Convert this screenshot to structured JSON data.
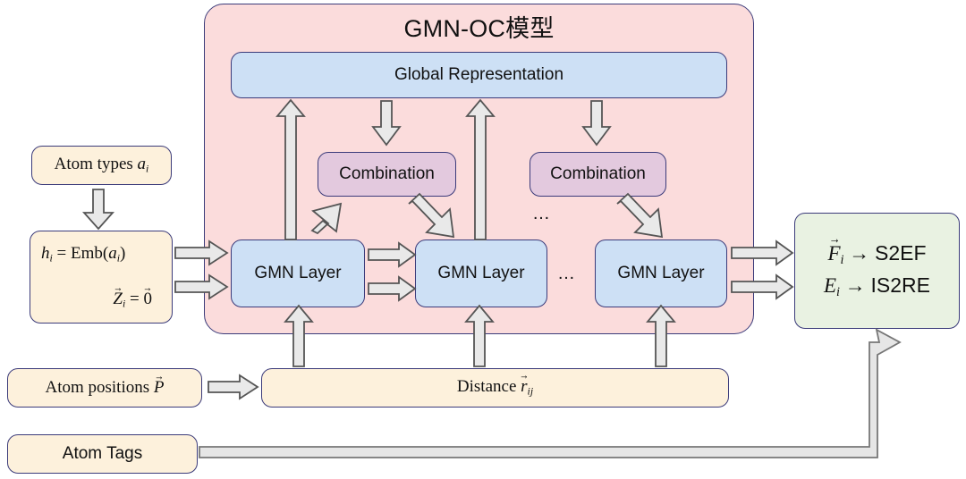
{
  "diagram": {
    "title": "GMN-OC模型",
    "container_name": "GMN-OC model container",
    "colors": {
      "container_fill": "#fbdcdc",
      "border": "#3b3b7a",
      "gmn_layer_fill": "#cde0f5",
      "combination_fill": "#e3c9de",
      "input_fill": "#fdf1dc",
      "output_fill": "#e9f2e2",
      "arrow_fill": "#e9e9e9",
      "arrow_stroke": "#555555"
    },
    "global_representation": {
      "label": "Global Representation"
    },
    "combination_blocks": [
      {
        "label": "Combination"
      },
      {
        "label": "Combination"
      }
    ],
    "gmn_layers": [
      {
        "label": "GMN Layer"
      },
      {
        "label": "GMN Layer"
      },
      {
        "label": "GMN Layer"
      }
    ],
    "ellipses": [
      {
        "label": "…",
        "where": "between-combination-blocks"
      },
      {
        "label": "…",
        "where": "between-gmn-layers"
      }
    ],
    "inputs": {
      "atom_types": {
        "text": "Atom types",
        "symbol": "a",
        "symbol_sub": "i"
      },
      "embedding": {
        "line1": {
          "lhs": "h",
          "lhs_sub": "i",
          "eq": "=",
          "rhs_fn": "Emb",
          "rhs_arg": "a",
          "rhs_arg_sub": "i"
        },
        "line2": {
          "lhs": "Z",
          "lhs_sub": "i",
          "eq": "=",
          "rhs": "0"
        }
      },
      "atom_positions": {
        "text": "Atom positions",
        "symbol": "P"
      },
      "distance": {
        "text": "Distance",
        "symbol": "r",
        "symbol_sub": "ij"
      },
      "atom_tags": {
        "text": "Atom Tags"
      }
    },
    "outputs": {
      "line1": {
        "symbol": "F",
        "symbol_sub": "i",
        "arrow": "→",
        "task": "S2EF"
      },
      "line2": {
        "symbol": "E",
        "symbol_sub": "i",
        "arrow": "→",
        "task": "IS2RE"
      }
    }
  }
}
